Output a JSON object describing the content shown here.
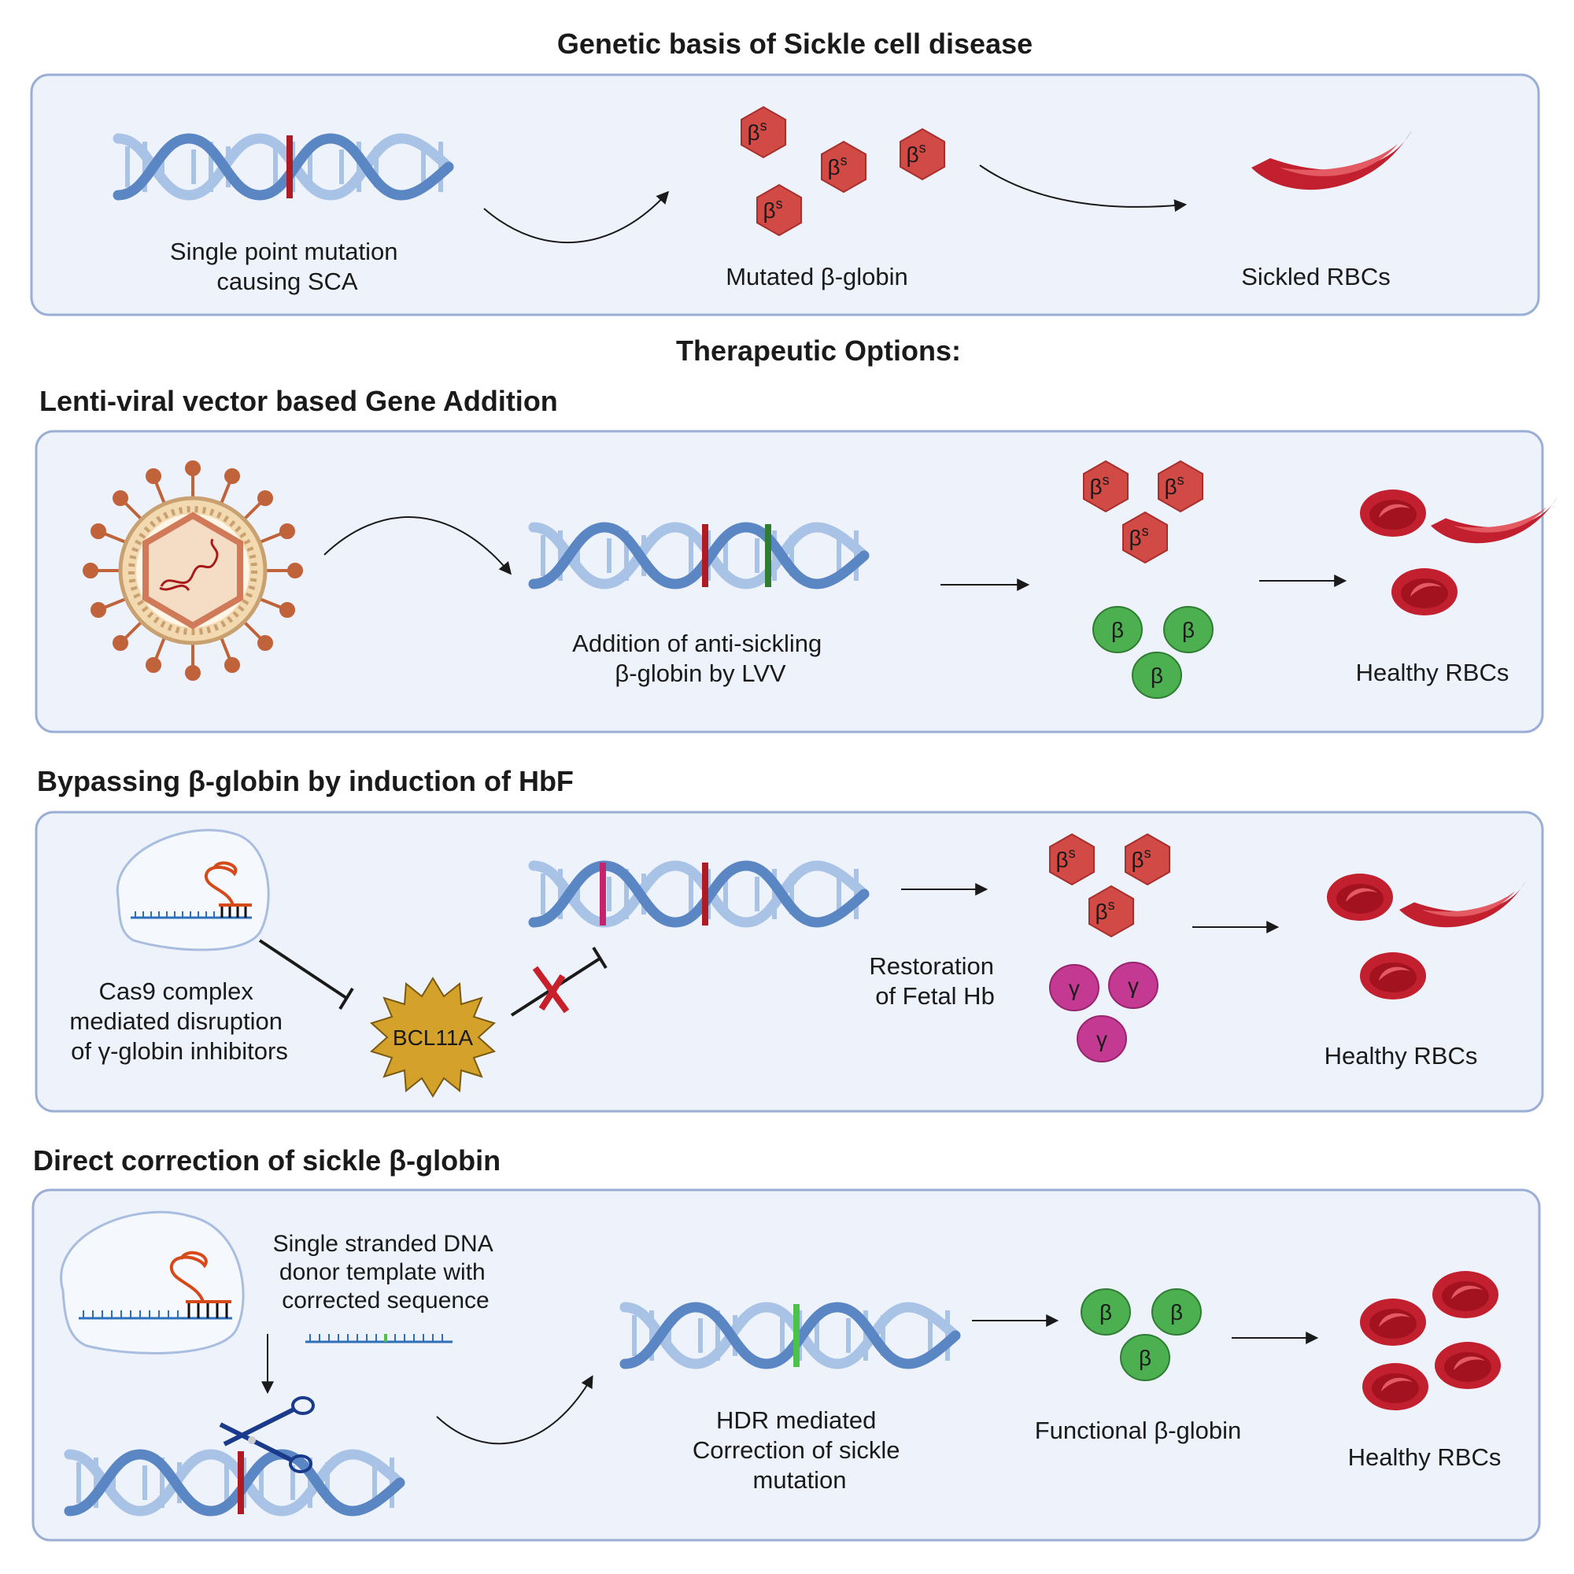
{
  "title": "Genetic basis of Sickle cell disease",
  "therapeutic_heading": "Therapeutic Options:",
  "panel1": {
    "dna_caption": [
      "Single point mutation",
      "causing SCA"
    ],
    "protein_label": "β",
    "protein_sup": "s",
    "protein_caption": "Mutated β-globin",
    "rbc_caption": "Sickled RBCs"
  },
  "panel2": {
    "heading": "Lenti-viral vector based Gene Addition",
    "dna_caption": [
      "Addition of anti-sickling",
      "β-globin by LVV"
    ],
    "mutant_label": "β",
    "mutant_sup": "s",
    "normal_label": "β",
    "rbc_caption": "Healthy RBCs"
  },
  "panel3": {
    "heading": "Bypassing β-globin by induction of HbF",
    "cas9_caption": [
      "Cas9 complex",
      "mediated disruption",
      "of γ-globin inhibitors"
    ],
    "bcl_label": "BCL11A",
    "restore_caption": [
      "Restoration",
      "of Fetal Hb"
    ],
    "mutant_label": "β",
    "mutant_sup": "s",
    "gamma_label": "γ",
    "rbc_caption": "Healthy RBCs"
  },
  "panel4": {
    "heading": "Direct correction of sickle β-globin",
    "donor_caption": [
      "Single stranded DNA",
      "donor template with",
      "corrected sequence"
    ],
    "hdr_caption": [
      "HDR mediated",
      "Correction of sickle",
      "mutation"
    ],
    "normal_label": "β",
    "functional_caption": "Functional β-globin",
    "rbc_caption": "Healthy RBCs"
  },
  "colors": {
    "panel_fill": "#eef3fb",
    "panel_stroke": "#9aaed6",
    "dna_dark": "#5b86c4",
    "dna_light": "#a8c3e6",
    "mutation_red": "#b01a22",
    "correction_green": "#2e7d32",
    "magenta": "#c4246e",
    "hex_red": "#d14a45",
    "green_globin": "#4caf50",
    "gamma_pink": "#c43a93",
    "rbc_red": "#c2202e",
    "bcl_gold": "#d4a22a"
  }
}
